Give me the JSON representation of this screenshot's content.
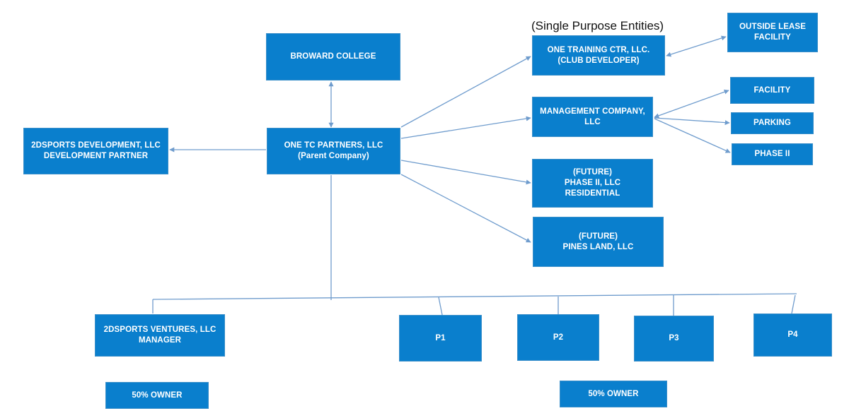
{
  "heading": "(Single Purpose Entities)",
  "colors": {
    "box_fill": "#0a7fcd",
    "box_text": "#ffffff",
    "line": "#6f9ccd"
  },
  "nodes": {
    "broward": {
      "lines": [
        "BROWARD COLLEGE"
      ]
    },
    "one_tc": {
      "lines": [
        "ONE TC PARTNERS, LLC",
        "(Parent Company)"
      ]
    },
    "sports_dev": {
      "lines": [
        "2DSPORTS DEVELOPMENT, LLC",
        "DEVELOPMENT PARTNER"
      ]
    },
    "one_training": {
      "lines": [
        "ONE TRAINING CTR, LLC.",
        "(CLUB DEVELOPER)"
      ]
    },
    "outside_lease": {
      "lines": [
        "OUTSIDE LEASE",
        "FACILITY"
      ]
    },
    "management": {
      "lines": [
        "MANAGEMENT COMPANY,",
        "LLC"
      ]
    },
    "facility": {
      "lines": [
        "FACILITY"
      ]
    },
    "parking": {
      "lines": [
        "PARKING"
      ]
    },
    "phase_ii_small": {
      "lines": [
        "PHASE II"
      ]
    },
    "phase_ii_llc": {
      "lines": [
        "(FUTURE)",
        "PHASE II, LLC",
        "RESIDENTIAL"
      ]
    },
    "pines_land": {
      "lines": [
        "(FUTURE)",
        "PINES LAND, LLC"
      ]
    },
    "sports_ventures": {
      "lines": [
        "2DSPORTS VENTURES, LLC",
        "MANAGER"
      ]
    },
    "owner_left": {
      "lines": [
        "50% OWNER"
      ]
    },
    "p1": {
      "lines": [
        "P1"
      ]
    },
    "p2": {
      "lines": [
        "P2"
      ]
    },
    "p3": {
      "lines": [
        "P3"
      ]
    },
    "p4": {
      "lines": [
        "P4"
      ]
    },
    "owner_right": {
      "lines": [
        "50% OWNER"
      ]
    }
  }
}
